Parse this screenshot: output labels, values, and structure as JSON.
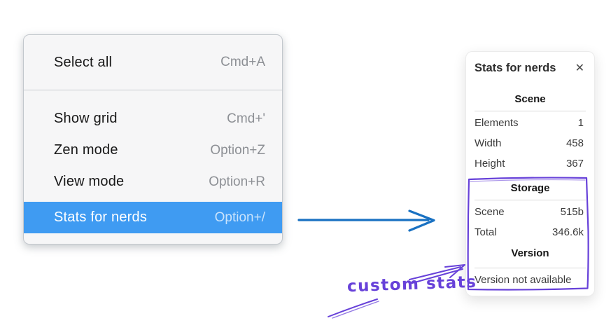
{
  "context_menu": {
    "items": [
      {
        "label": "Select all",
        "shortcut": "Cmd+A",
        "highlighted": false
      },
      {
        "label": "Show grid",
        "shortcut": "Cmd+'",
        "highlighted": false
      },
      {
        "label": "Zen mode",
        "shortcut": "Option+Z",
        "highlighted": false
      },
      {
        "label": "View mode",
        "shortcut": "Option+R",
        "highlighted": false
      },
      {
        "label": "Stats for nerds",
        "shortcut": "Option+/",
        "highlighted": true
      }
    ],
    "highlight_color": "#3f9bf2"
  },
  "stats_panel": {
    "title": "Stats for nerds",
    "close_icon": "✕",
    "sections": [
      {
        "heading": "Scene",
        "rows": [
          {
            "label": "Elements",
            "value": "1"
          },
          {
            "label": "Width",
            "value": "458"
          },
          {
            "label": "Height",
            "value": "367"
          }
        ]
      },
      {
        "heading": "Storage",
        "rows": [
          {
            "label": "Scene",
            "value": "515b"
          },
          {
            "label": "Total",
            "value": "346.6k"
          }
        ]
      },
      {
        "heading": "Version",
        "note": "Version not available"
      }
    ]
  },
  "annotations": {
    "label": "custom stats",
    "arrow_color": "#1971c2",
    "purple_color": "#6741d9"
  }
}
